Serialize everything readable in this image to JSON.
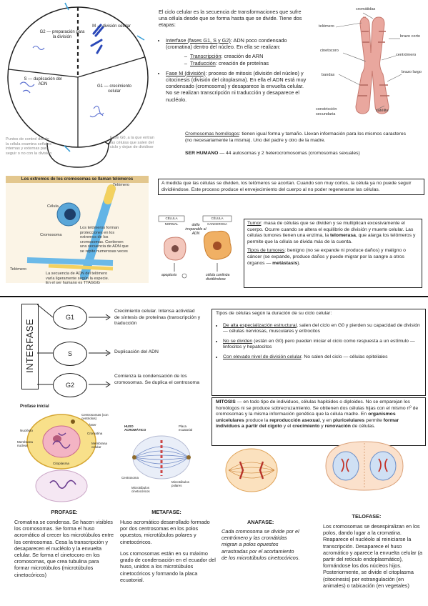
{
  "cycle": {
    "g2": "G2 — preparación para la división",
    "m": "M — división celular",
    "s": "S — duplicación del ADN",
    "g1": "G1 — crecimiento celular",
    "checkpoints": "Puntos de control donde la célula examina señales internas y externas para seguir o no con la división",
    "g0": "Fase G0, a la que entran las células que salen del ciclo y dejan de dividirse"
  },
  "intro": {
    "text": "El ciclo celular es la secuencia de transformaciones que sufre una célula desde que se forma hasta que se divide. Tiene dos etapas:",
    "interfase_title": "Interfase (fases G1, S y G2)",
    "interfase_text": ": ADN poco condensado (cromatina) dentro del núcleo. En ella se realizan:",
    "sub1_title": "Transcripción",
    "sub1_text": ": creación de ARN",
    "sub2_title": "Traducción",
    "sub2_text": ": creación de proteínas",
    "fasem_title": "Fase M (división)",
    "fasem_text": ": proceso de mitosis (división del núcleo) y citocinesis (división del citoplasma). En ella el ADN está muy condensado (cromosoma) y desaparece la envuelta celular. No se realizan transcripción ni traducción y desaparece el nucléolo."
  },
  "chromosome": {
    "cromatidas": "cromátidas",
    "telomero": "telómero",
    "brazo_corto": "brazo corto",
    "cinetocoro": "cinetocoro",
    "centromero": "centrómero",
    "bandas": "bandas",
    "brazo_largo": "brazo largo",
    "satelite": "satélite",
    "constriccion": "constricción secundaria"
  },
  "homologos": {
    "title": "Cromosomas homólogos",
    "text": ": tienen igual forma y tamaño. Llevan información para los mismos caracteres (no necesariamente la misma). Uno del padre y otro de la madre.",
    "ser_title": "SER HUMANO",
    "ser_text": " — 44 autosomas y 2 heterocromosomas (cromosomas sexuales)"
  },
  "telomeres_fig": {
    "header": "Los extremos de los cromosomas se llaman telómeros",
    "telomero": "Telómero",
    "celula": "Célula",
    "cromosoma": "Cromosoma",
    "desc1": "Los telómeros forman protecciones en los extremos de los cromosomas. Contienen una secuencia de ADN que se repite numerosas veces",
    "desc2": "La secuencia de ADN del telómero varía ligeramente según la especie. En el ser humano es TTAGGG",
    "telomero2": "Telómero"
  },
  "telomere_box": "A medida que las células se dividen, los telómeros se acortan. Cuando son muy cortos, la célula ya no puede seguir dividiéndose. Este proceso produce el envejecimiento del cuerpo al no poder regenerarse las células.",
  "tumor_fig": {
    "normal": "CÉLULA NORMAL",
    "cancer": "CÉLULA CANCEROSA",
    "dano": "daño irreparable al ADN",
    "apoptosis": "apoptosis",
    "continua": "célula continúa dividiéndose"
  },
  "tumor_box": {
    "tumor_title": "Tumor",
    "tumor_text1": ": masa de células que se dividen y se multiplican excesivamente el cuerpo. Ocurre cuando se altera el equilibrio de división y muerte celular. Las células tumores tienen una enzima, la ",
    "telomerasa": "telomerasa",
    "tumor_text2": ", que alarga los telómeros y permite que la célula se divida más de la cuenta.",
    "tipos_title": "Tipos de tumores",
    "tipos_text1": ": benigno (no se expande ni produce daños) y maligno o cáncer (se expande, produce daños y puede migrar por la sangre a otros órganos — ",
    "metastasis": "metástasis",
    "tipos_text2": ")."
  },
  "interfase": {
    "label": "INTERFASE",
    "g1": "G1",
    "s": "S",
    "g2": "G2",
    "g1_desc": "Crecimiento celular. Intensa actividad de síntesis de proteínas (transcripción y traducción",
    "s_desc": "Duplicación del ADN",
    "g2_desc": "Comienza la condensación de los cromosomas. Se duplica el centrosoma"
  },
  "cell_types": {
    "title": "Tipos de células según la duración de su ciclo celular:",
    "t1_title": "De alta especialización estructural",
    "t1_text": ", salen del ciclo en G0 y pierden su capacidad de división — células nerviosas, musculares y eritrocitos",
    "t2_title": "No se dividen",
    "t2_text": " (están en G0) pero pueden iniciar el ciclo como respuesta a un estímulo — linfocitos y hepatocitos",
    "t3_title": "Con elevado nivel de división celular",
    "t3_text": ". No salen del ciclo — células epiteliales"
  },
  "mitosis_box": {
    "title": "MITOSIS",
    "text1": " — en todo tipo de individuos, células haploides o diploides. No se emparejan los homólogos ni se produce sobrecruzamiento. Se obtienen dos células hijas con el mismo nº de cromosomas y la misma información genética que la célula madre. En ",
    "b1": "organismos unicelulares",
    "text2": " produce la ",
    "b2": "reproducción asexual",
    "text3": ", y en ",
    "b3": "pluricelulares",
    "text4": " permite ",
    "b4": "formar individuos a partir del cigoto",
    "text5": " y el ",
    "b5": "crecimiento",
    "text6": " y ",
    "b6": "renovación",
    "text7": " de células."
  },
  "profase_fig": {
    "title": "Profase inicial",
    "centrosomas": "Centrosomas (con centriolos)",
    "aster": "Áster",
    "nucleolo": "Nucléolo",
    "cromatina": "Cromatina",
    "membrana_nuclear": "Membrana nuclear",
    "membrana_celular": "Membrana celular",
    "citoplasma": "Citoplasma"
  },
  "metafase_fig": {
    "huso": "HUSO ACROMÁTICO",
    "placa": "Placa ecuatorial",
    "centrosoma": "Centrosoma",
    "microtubulos": "Microtúbulos cinetocóricos",
    "polares": "Microtúbulos polares"
  },
  "phases": {
    "profase_title": "PROFASE:",
    "profase_text": "Cromatina se condensa. Se hacen visibles los cromosomas. Se forma el huso acromático al crecer los microtúbulos entre los centrosomas. Cesa la transcripción y desaparecen el nucléolo y la envuelta celular. Se forma el cinetocoro en los cromosomas, que crea tubulina para formar microtúbulos (microtúbulos cinetocóricos)",
    "metafase_title": "METAFASE:",
    "metafase_text1": "Huso acromático desarrollado formado por dos centrosomas en los polos opuestos, microtúbulos polares y cinetocóricos.",
    "metafase_text2": "Los cromosomas están en su máximo grado de condensación en el ecuador del huso, unidos a los microtúbulos cinetocóricos y formando la placa ecuatorial.",
    "anafase_title": "ANAFASE:",
    "anafase_text": "Cada cromosoma se divide por el centrómero y las cromátidas migran a polos opuestos arrastradas por el acortamiento de los microtúbulos cinetocóricos.",
    "telofase_title": "TELOFASE:",
    "telofase_text": "Los cromosomas se desespiralizan en los polos, dando lugar a la cromatina. Reaparece el nucléolo al reiniciarse la transcripción. Desaparece el huso acromático y aparece la envuelta celular (a partir del retículo endoplasmático), formándose los dos núcleos hijos. Posteriormente, se divide el citoplasma (citocinesis) por estrangulación (en animales) o tabicación (en vegetales)"
  }
}
